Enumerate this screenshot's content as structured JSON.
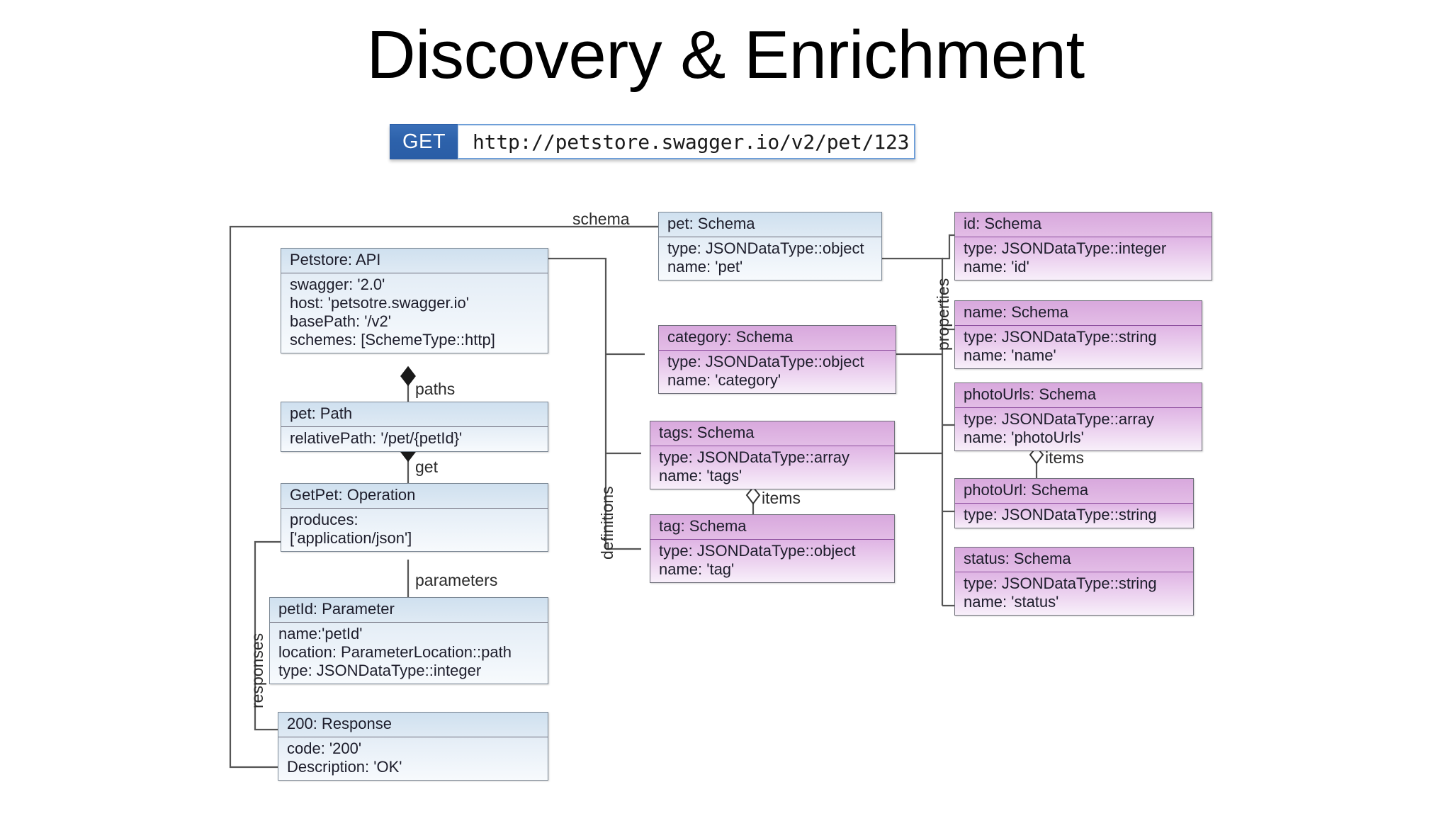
{
  "slide": {
    "title": "Discovery & Enrichment"
  },
  "request": {
    "method": "GET",
    "url": "http://petstore.swagger.io/v2/pet/123"
  },
  "colors": {
    "method_badge_bg": "#2d62ab",
    "url_border": "#6f9fd8",
    "blue_header": "#cfe0ef",
    "blue_body": "#e4edf6",
    "purple_header": "#d8a8dd",
    "purple_body": "#dfb4e4",
    "box_border": "#7a7a7a",
    "wire": "#555555"
  },
  "diagram": {
    "boxes": [
      {
        "id": "petstore-api",
        "title": "Petstore: API",
        "lines": [
          "swagger: '2.0'",
          "host: 'petsotre.swagger.io'",
          "basePath: '/v2'",
          "schemes: [SchemeType::http]"
        ]
      },
      {
        "id": "pet-path",
        "title": "pet: Path",
        "lines": [
          "relativePath: '/pet/{petId}'"
        ]
      },
      {
        "id": "getpet-operation",
        "title": "GetPet: Operation",
        "lines": [
          "produces:",
          "['application/json']"
        ]
      },
      {
        "id": "petid-parameter",
        "title": "petId: Parameter",
        "lines": [
          "name:'petId'",
          "location: ParameterLocation::path",
          "type: JSONDataType::integer"
        ]
      },
      {
        "id": "response-200",
        "title": "200: Response",
        "lines": [
          "code: '200'",
          "Description: 'OK'"
        ]
      },
      {
        "id": "pet-schema",
        "title": "pet: Schema",
        "lines": [
          "type: JSONDataType::object",
          "name: 'pet'"
        ]
      },
      {
        "id": "category-schema",
        "title": "category: Schema",
        "lines": [
          "type: JSONDataType::object",
          " name: 'category'"
        ]
      },
      {
        "id": "tags-schema",
        "title": "tags: Schema",
        "lines": [
          "type: JSONDataType::array",
          "name: 'tags'"
        ]
      },
      {
        "id": "tag-schema",
        "title": "tag: Schema",
        "lines": [
          "type: JSONDataType::object",
          "name: 'tag'"
        ]
      },
      {
        "id": "id-schema",
        "title": "id: Schema",
        "lines": [
          "type: JSONDataType::integer",
          "name: 'id'"
        ]
      },
      {
        "id": "name-schema",
        "title": "name: Schema",
        "lines": [
          "type: JSONDataType::string",
          "name: 'name'"
        ]
      },
      {
        "id": "photourls-schema",
        "title": "photoUrls: Schema",
        "lines": [
          "type: JSONDataType::array",
          "name: 'photoUrls'"
        ]
      },
      {
        "id": "photourl-schema",
        "title": "photoUrl: Schema",
        "lines": [
          "type: JSONDataType::string"
        ]
      },
      {
        "id": "status-schema",
        "title": "status: Schema",
        "lines": [
          "type: JSONDataType::string",
          " name: 'status'"
        ]
      }
    ],
    "edge_labels": {
      "paths": "paths",
      "get": "get",
      "parameters": "parameters",
      "responses": "responses",
      "schema": "schema",
      "definitions": "definitions",
      "properties": "properties",
      "items_tags": "items",
      "items_photourls": "items"
    }
  }
}
